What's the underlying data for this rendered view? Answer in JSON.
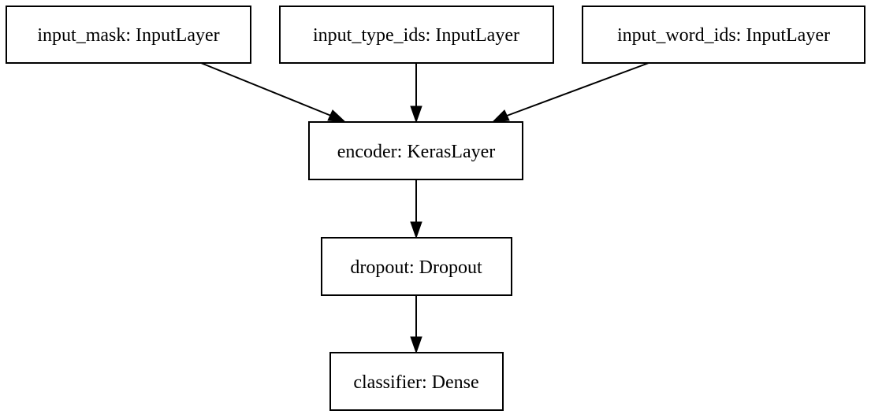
{
  "diagram": {
    "nodes": [
      {
        "id": "input_mask",
        "label": "input_mask: InputLayer"
      },
      {
        "id": "input_type_ids",
        "label": "input_type_ids: InputLayer"
      },
      {
        "id": "input_word_ids",
        "label": "input_word_ids: InputLayer"
      },
      {
        "id": "encoder",
        "label": "encoder: KerasLayer"
      },
      {
        "id": "dropout",
        "label": "dropout: Dropout"
      },
      {
        "id": "classifier",
        "label": "classifier: Dense"
      }
    ],
    "edges": [
      {
        "from": "input_mask",
        "to": "encoder"
      },
      {
        "from": "input_type_ids",
        "to": "encoder"
      },
      {
        "from": "input_word_ids",
        "to": "encoder"
      },
      {
        "from": "encoder",
        "to": "dropout"
      },
      {
        "from": "dropout",
        "to": "classifier"
      }
    ]
  }
}
